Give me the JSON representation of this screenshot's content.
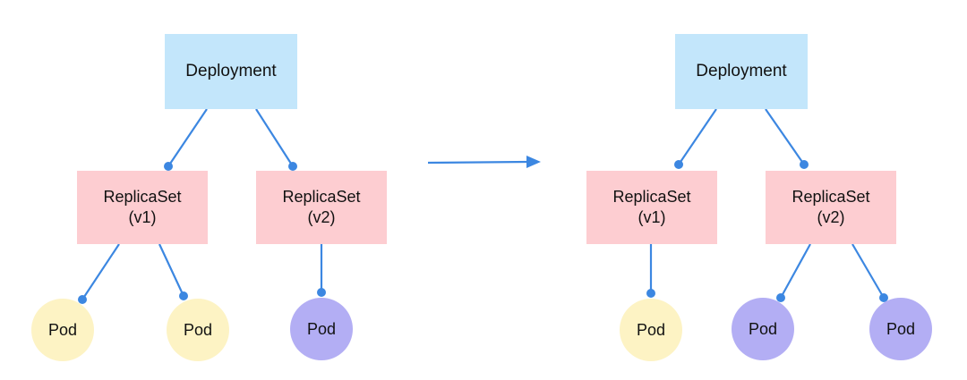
{
  "colors": {
    "deployment": "#c3e6fb",
    "replicaset": "#fdcdd1",
    "pod_v1": "#fdf3c4",
    "pod_v2": "#b3aef4",
    "connector": "#3c87e1"
  },
  "before": {
    "deployment": "Deployment",
    "replicaset_v1": {
      "name": "ReplicaSet",
      "version": "(v1)"
    },
    "replicaset_v2": {
      "name": "ReplicaSet",
      "version": "(v2)"
    },
    "pods": [
      "Pod",
      "Pod",
      "Pod"
    ]
  },
  "after": {
    "deployment": "Deployment",
    "replicaset_v1": {
      "name": "ReplicaSet",
      "version": "(v1)"
    },
    "replicaset_v2": {
      "name": "ReplicaSet",
      "version": "(v2)"
    },
    "pods": [
      "Pod",
      "Pod",
      "Pod"
    ]
  }
}
